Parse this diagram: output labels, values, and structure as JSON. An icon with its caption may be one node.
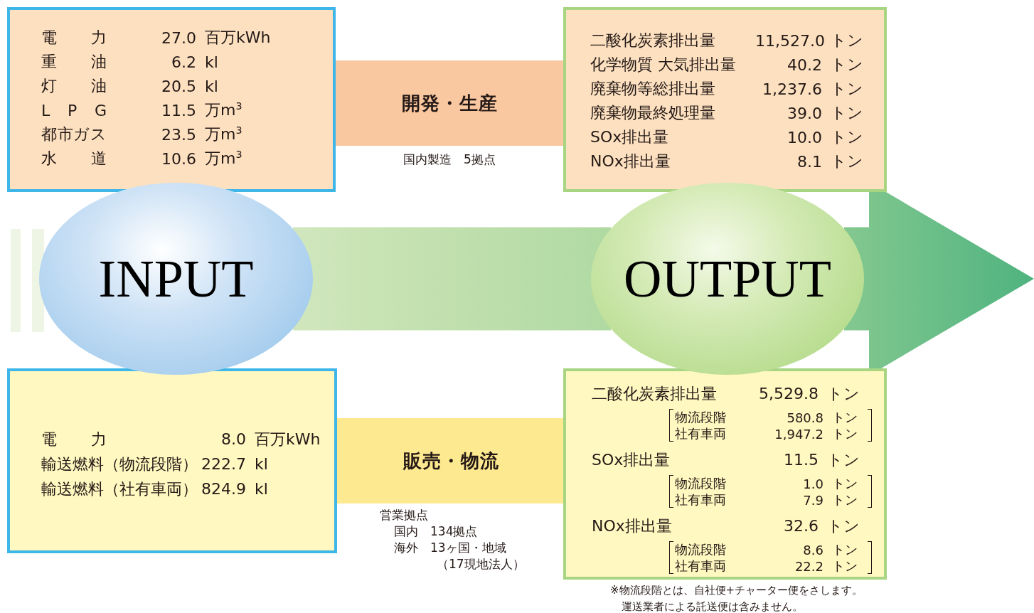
{
  "diagram": {
    "nodes": [
      {
        "text": [
          "電 力",
          "27.0",
          "百万kWh",
          "重 油",
          "6.2",
          "kl",
          "灯 油",
          "20.5",
          "kl",
          "L P G",
          "11.5",
          "万m$^{3}$",
          "都市ガス",
          "23.5",
          "万m$^{3}$",
          "水 道",
          "10.6",
          "万m$^{3}$"
        ]
      },
      {
        "text": [
          "開発・生産"
        ],
        "beside": [
          "国内製造　5拠点"
        ]
      },
      {
        "text": [
          "二酸化炭素排出量",
          "11,527.0",
          "トン",
          "化学物質 大気排出量",
          "40.2",
          "トン",
          "廃棄物等総排出量",
          "1,237.6",
          "トン",
          "廃棄物最終処理量",
          "39.0",
          "トン",
          "SOx排出量",
          "10.0",
          "トン",
          "NOx排出量",
          "8.1",
          "トン"
        ]
      },
      {
        "text": [
          "INPUT"
        ]
      },
      {
        "text": [
          "OUTPUT"
        ]
      },
      {
        "text": [
          "電 力",
          "8.0",
          "百万kWh",
          "輸送燃料（物流段階）",
          "222.7",
          "kl",
          "輸送燃料（社有車両）",
          "824.9",
          "kl"
        ]
      },
      {
        "text": [
          "販売・物流"
        ],
        "beside": [
          "営業拠点",
          "国内　134拠点",
          "海外　13ヶ国・地域",
          "（17現地法人）"
        ]
      },
      {
        "beside": [
          "※物流段階とは、自社便+チャーター便をさします。",
          "運送業者による託送便は含みません。"
        ],
        "text": [
          "二酸化炭素排出量",
          "5,529.8",
          "トン",
          "物流段階",
          "580.8",
          "トン",
          "社有車両",
          "1,947.2",
          "トン",
          "SOx排出量",
          "11.5",
          "トン",
          "物流段階",
          "1.0",
          "トン",
          "社有車両",
          "7.9",
          "トン",
          "NOx排出量",
          "32.6",
          "トン",
          "物流段階",
          "8.6",
          "トン",
          "社有車両",
          "22.2",
          "トン"
        ]
      }
    ],
    "edges": [
      {
        "from": 3,
        "to": 4,
        "arrow": "none",
        "style": "thick"
      },
      {
        "from": 4,
        "to": null,
        "arrow": "to",
        "style": "thick"
      }
    ]
  }
}
